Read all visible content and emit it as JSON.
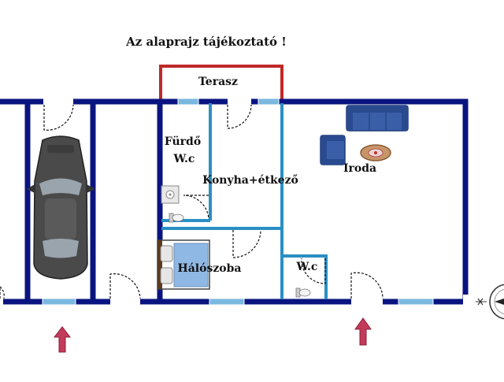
{
  "title": "Az alaprajz tájékoztató !",
  "rooms": {
    "terrace": "Terasz",
    "bathroom": "Fürdő",
    "bathroom_wc": "W.c",
    "kitchen_dining": "Konyha+étkező",
    "office": "Iroda",
    "bedroom": "Hálószoba",
    "wc": "W.c"
  },
  "colors": {
    "wall": "#0a1480",
    "partition": "#2a8fc4",
    "terrace_outline": "#c02828",
    "window": "#7ab8e0",
    "arrow": "#c43a5a",
    "sofa": "#3a5ea8",
    "car": "#4a4a4a"
  },
  "icons": {
    "car": "car-icon",
    "bed": "bed-icon",
    "sofa": "sofa-icon",
    "armchair": "armchair-icon",
    "table": "coffee-table-icon",
    "toilet": "toilet-icon",
    "shower": "shower-icon",
    "entry_arrow": "entry-arrow-icon",
    "compass": "compass-icon"
  }
}
